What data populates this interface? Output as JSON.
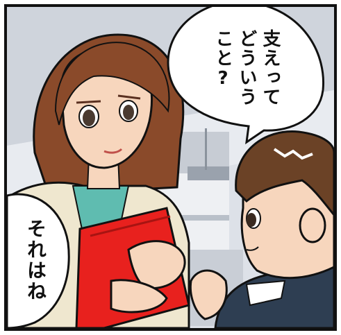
{
  "speech_right": {
    "lines": [
      "支えって",
      "どういう",
      "こと?"
    ]
  },
  "speech_left": {
    "lines": [
      "それはね"
    ]
  },
  "colors": {
    "folder": "#e8211e",
    "woman_hair": "#8a4a2a",
    "boy_hair": "#6b4226",
    "skin": "#f7d6bd",
    "boy_suit": "#2e3e52",
    "woman_jacket": "#efe7cf",
    "woman_blouse": "#5fbcb0",
    "background": "#dfe3ea"
  }
}
